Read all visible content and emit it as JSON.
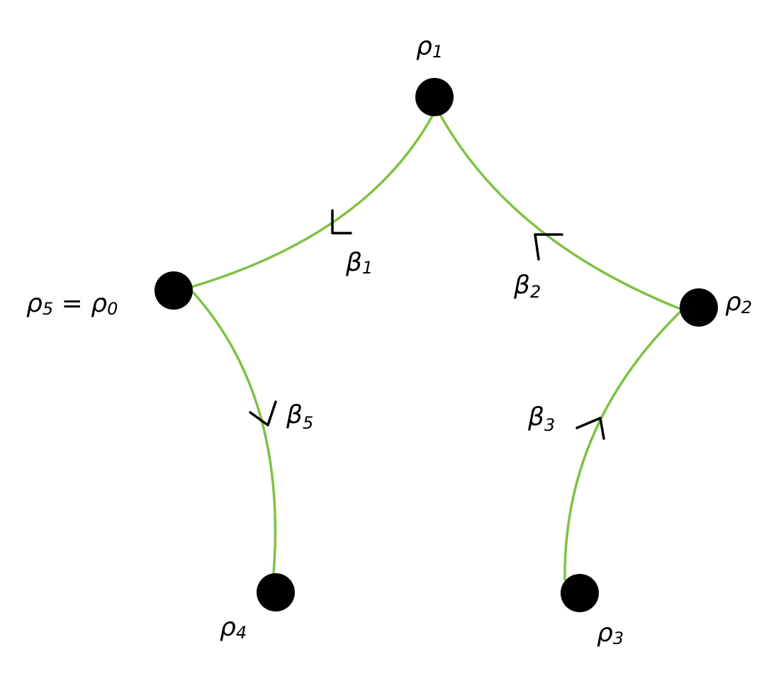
{
  "colors": {
    "edge": "#7dc242",
    "vertex": "#000000",
    "ink": "#000000"
  },
  "vertices": [
    {
      "id": "p1",
      "label": "ρ",
      "sub": "1"
    },
    {
      "id": "p0",
      "label": "ρ",
      "sub": "5",
      "eq": " = ",
      "label2": "ρ",
      "sub2": "0"
    },
    {
      "id": "p2",
      "label": "ρ",
      "sub": "2"
    },
    {
      "id": "p4",
      "label": "ρ",
      "sub": "4"
    },
    {
      "id": "p3",
      "label": "ρ",
      "sub": "3"
    }
  ],
  "edges": [
    {
      "id": "b1",
      "from": "p1",
      "to": "p0",
      "label": "β",
      "sub": "1"
    },
    {
      "id": "b2",
      "from": "p2",
      "to": "p1",
      "label": "β",
      "sub": "2"
    },
    {
      "id": "b5",
      "from": "p0",
      "to": "p4",
      "label": "β",
      "sub": "5"
    },
    {
      "id": "b3",
      "from": "p3",
      "to": "p2",
      "label": "β",
      "sub": "3"
    }
  ]
}
